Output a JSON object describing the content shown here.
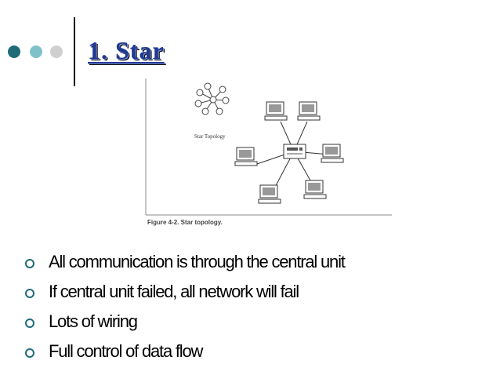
{
  "slide": {
    "title": "1. Star",
    "figure_star_label": "Star Topology",
    "figure_caption": "Figure 4-2. Star topology.",
    "bullets": [
      "All communication is through the central unit",
      "If central unit failed, all network will fail",
      "Lots of wiring",
      "Full control of data flow"
    ],
    "colors": {
      "title": "#1f3a93",
      "dot_dark": "#1f6b78",
      "dot_mid": "#7fc1c8",
      "dot_light": "#cfcfcf",
      "bullet_ring": "#1f6b78"
    }
  }
}
